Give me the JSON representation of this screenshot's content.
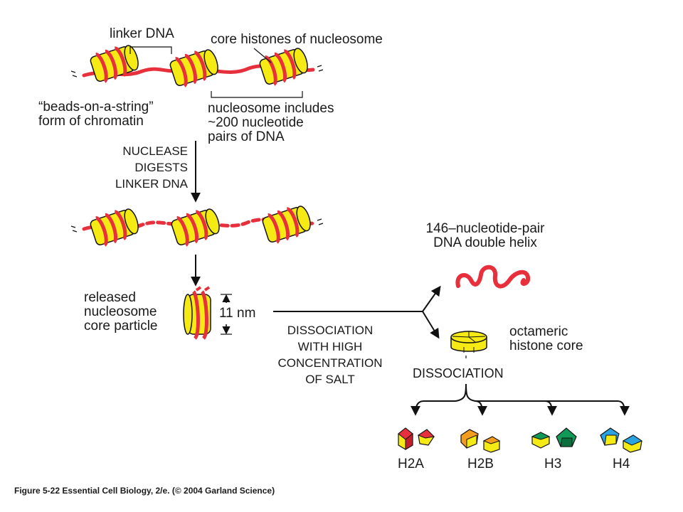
{
  "colors": {
    "histone": "#f5ea14",
    "dna": "#e8303d",
    "ink": "#111111",
    "h2a_a": "#e8303d",
    "h2b_a": "#f39c1f",
    "h3_a": "#119a57",
    "h4_a": "#2aa3e0"
  },
  "labels": {
    "linker_dna": "linker DNA",
    "core_histones": "core histones of nucleosome",
    "beads_1": "“beads-on-a-string”",
    "beads_2": "form of chromatin",
    "nuc_includes_1": "nucleosome includes",
    "nuc_includes_2": "~200 nucleotide",
    "nuc_includes_3": "pairs of DNA",
    "nuclease_1": "NUCLEASE",
    "nuclease_2": "DIGESTS",
    "nuclease_3": "LINKER DNA",
    "dna_helix_1": "146–nucleotide-pair",
    "dna_helix_2": "DNA double helix",
    "released_1": "released",
    "released_2": "nucleosome",
    "released_3": "core particle",
    "size": "11 nm",
    "dissoc_salt_1": "DISSOCIATION",
    "dissoc_salt_2": "WITH HIGH",
    "dissoc_salt_3": "CONCENTRATION",
    "dissoc_salt_4": "OF SALT",
    "octameric_1": "octameric",
    "octameric_2": "histone core",
    "dissociation": "DISSOCIATION",
    "h2a": "H2A",
    "h2b": "H2B",
    "h3": "H3",
    "h4": "H4"
  },
  "caption": "Figure 5-22  Essential Cell Biology, 2/e. (© 2004 Garland Science)"
}
